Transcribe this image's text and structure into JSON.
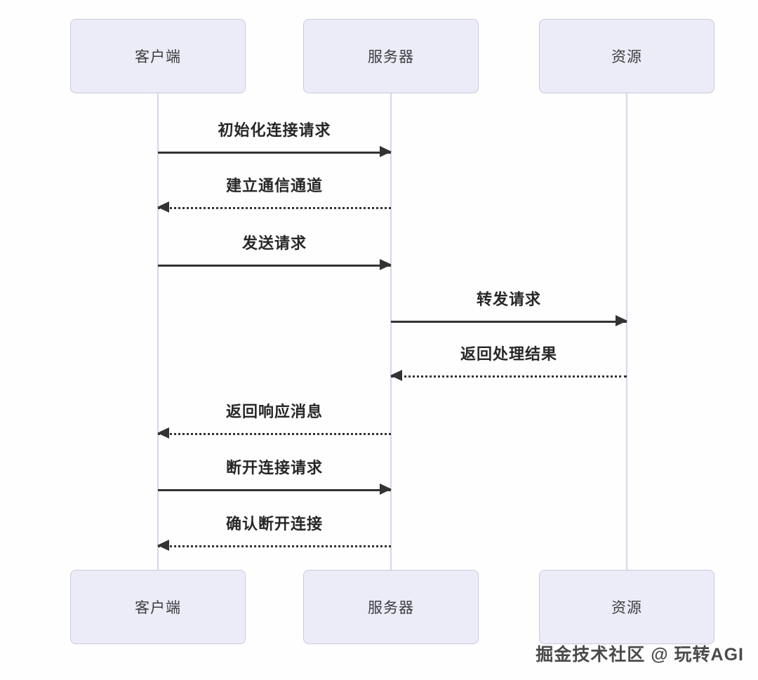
{
  "diagram": {
    "type": "sequence-diagram",
    "actors": [
      {
        "id": "client",
        "label": "客户端"
      },
      {
        "id": "server",
        "label": "服务器"
      },
      {
        "id": "resource",
        "label": "资源"
      }
    ],
    "messages": [
      {
        "label": "初始化连接请求",
        "from": "client",
        "to": "server",
        "line": "solid",
        "direction": "right"
      },
      {
        "label": "建立通信通道",
        "from": "server",
        "to": "client",
        "line": "dotted",
        "direction": "left"
      },
      {
        "label": "发送请求",
        "from": "client",
        "to": "server",
        "line": "solid",
        "direction": "right"
      },
      {
        "label": "转发请求",
        "from": "server",
        "to": "resource",
        "line": "solid",
        "direction": "right"
      },
      {
        "label": "返回处理结果",
        "from": "resource",
        "to": "server",
        "line": "dotted",
        "direction": "left"
      },
      {
        "label": "返回响应消息",
        "from": "server",
        "to": "client",
        "line": "dotted",
        "direction": "left"
      },
      {
        "label": "断开连接请求",
        "from": "client",
        "to": "server",
        "line": "solid",
        "direction": "right"
      },
      {
        "label": "确认断开连接",
        "from": "server",
        "to": "client",
        "line": "dotted",
        "direction": "left"
      }
    ],
    "colors": {
      "actor_box_fill": "#ececf8",
      "actor_box_border": "#c9c9de",
      "lifeline": "#d8d5e6",
      "arrow": "#333333",
      "message_text": "#272727",
      "actor_text": "#3d3d3f",
      "background": "#fefefe"
    }
  },
  "watermark": {
    "text": "掘金技术社区 @ 玩转AGI"
  }
}
